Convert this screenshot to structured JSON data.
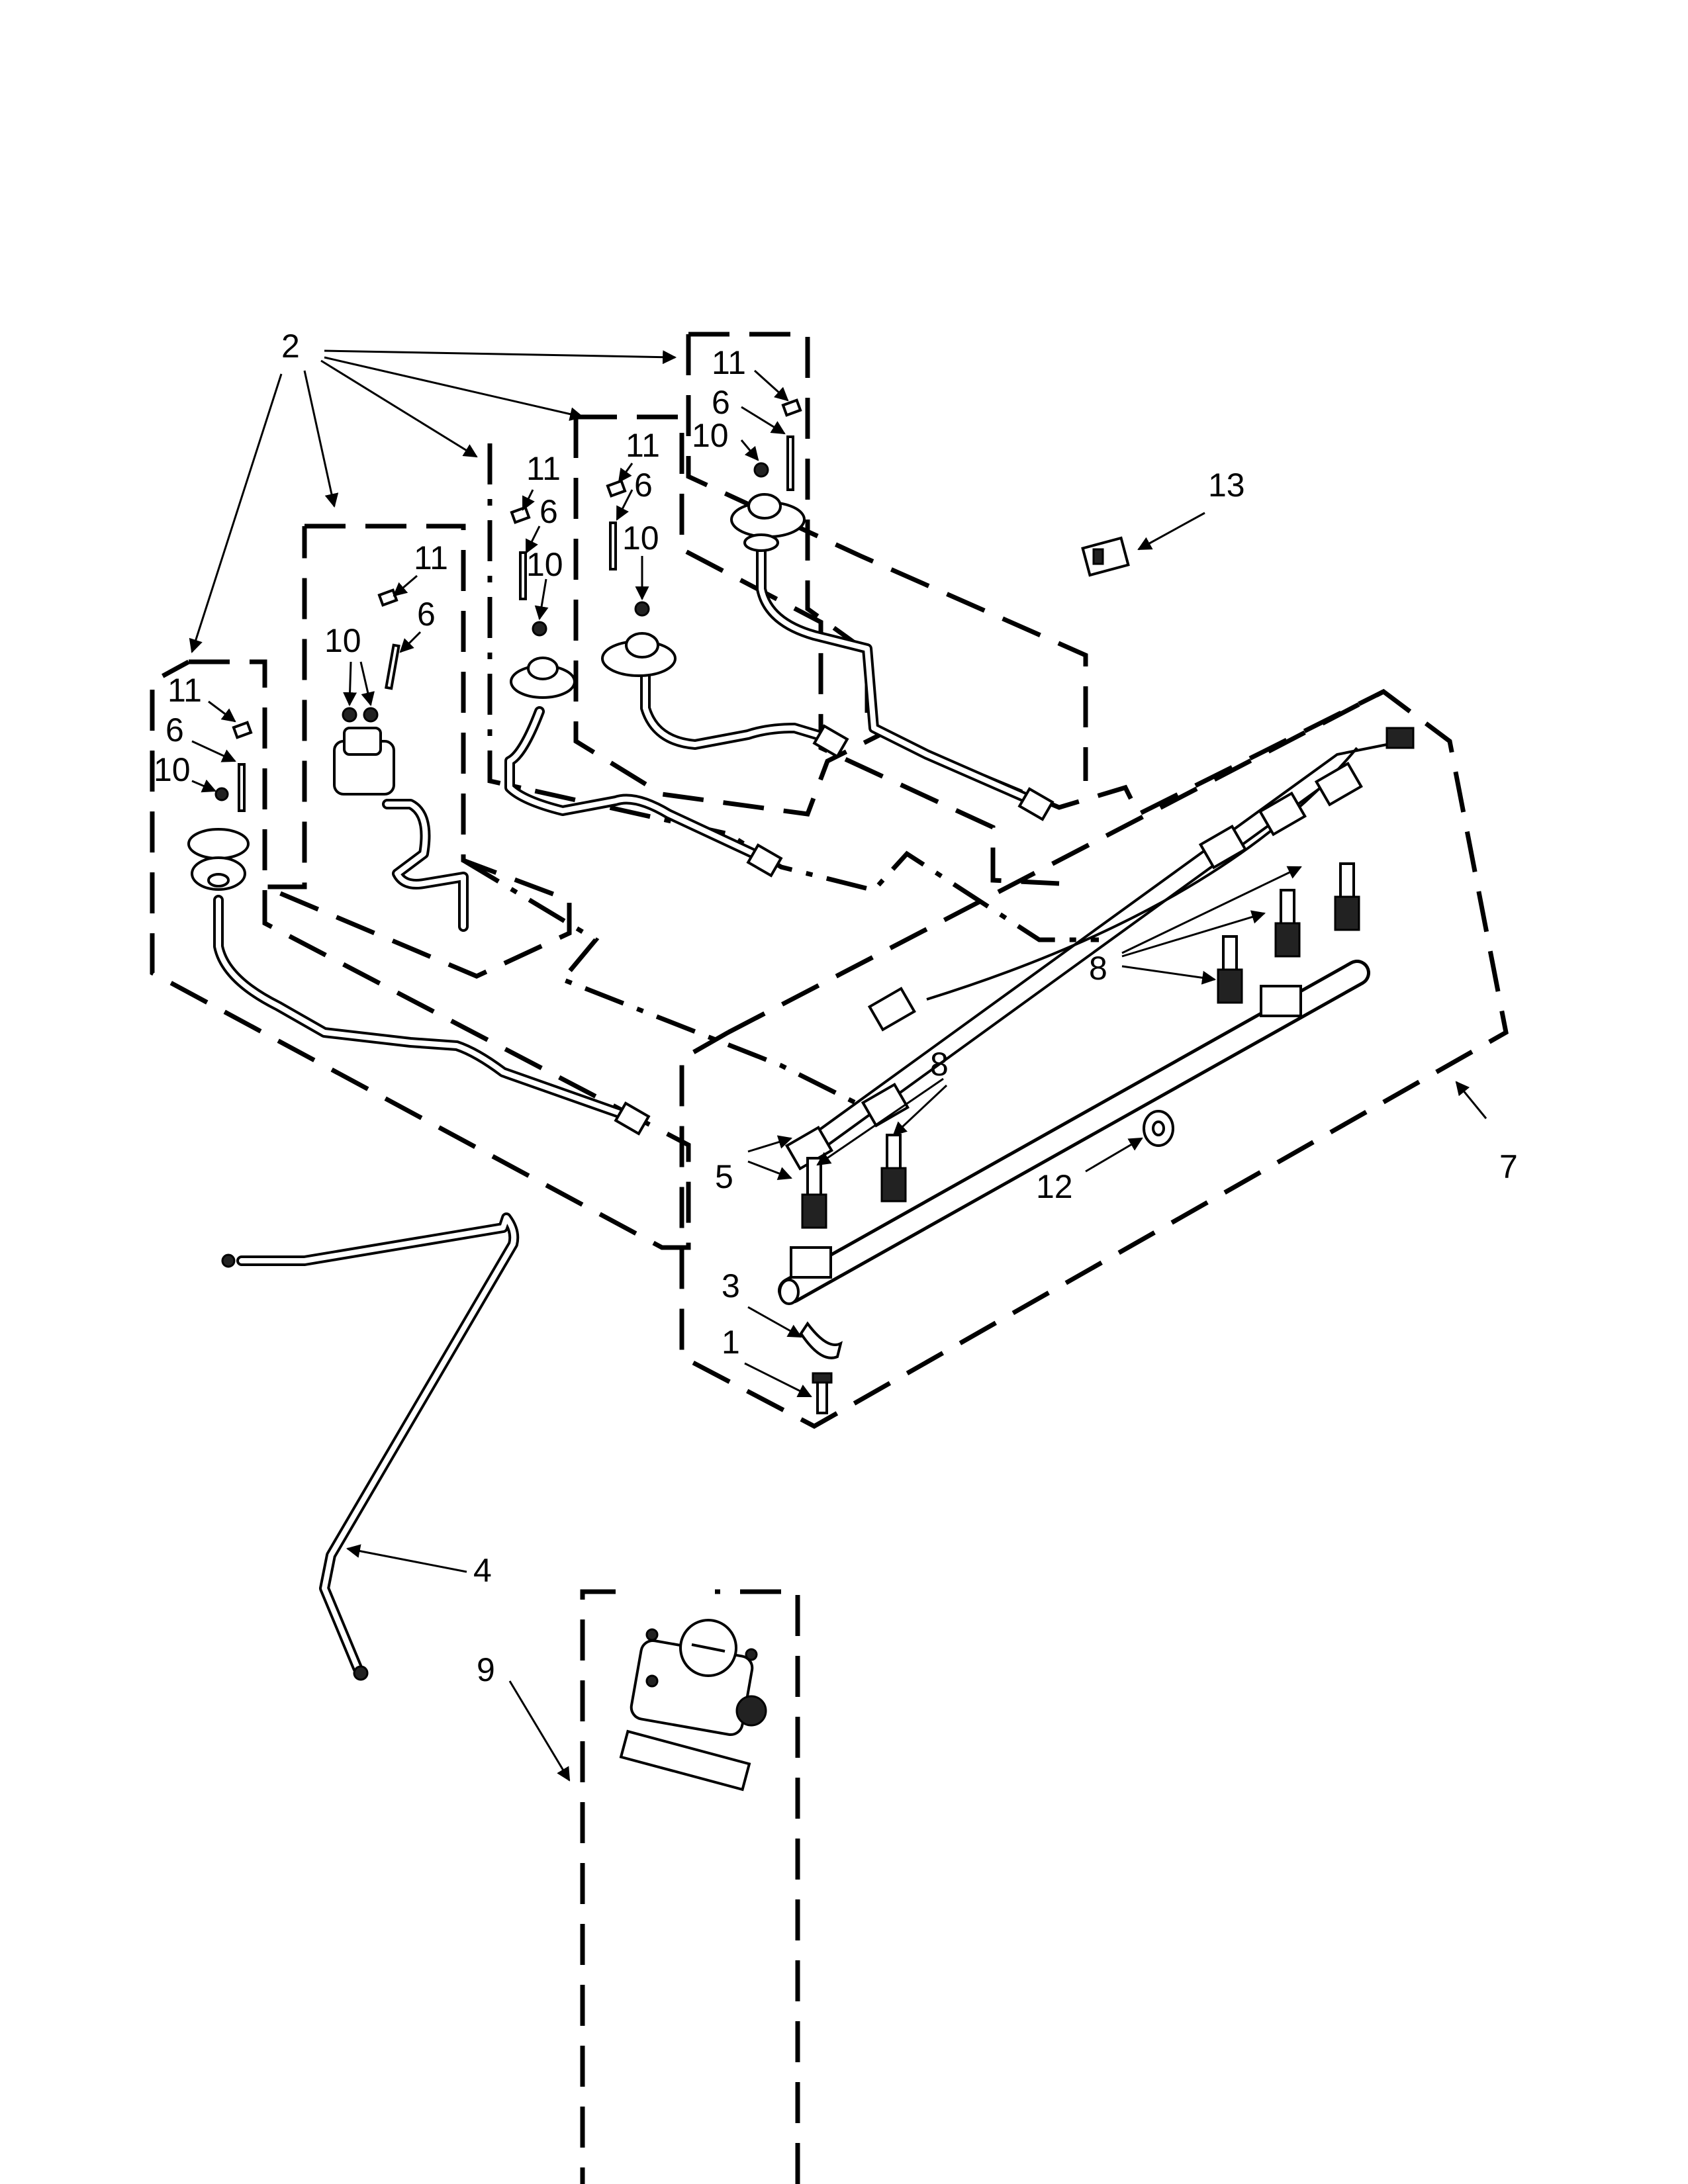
{
  "callouts": {
    "c1": "1",
    "c2": "2",
    "c3": "3",
    "c4": "4",
    "c5": "5",
    "c6a": "6",
    "c6b": "6",
    "c6c": "6",
    "c6d": "6",
    "c6e": "6",
    "c7": "7",
    "c8a": "8",
    "c8b": "8",
    "c9": "9",
    "c10a": "10",
    "c10b": "10",
    "c10c": "10",
    "c10d": "10",
    "c10e": "10",
    "c11a": "11",
    "c11b": "11",
    "c11c": "11",
    "c11d": "11",
    "c11e": "11",
    "c12": "12",
    "c13": "13"
  }
}
